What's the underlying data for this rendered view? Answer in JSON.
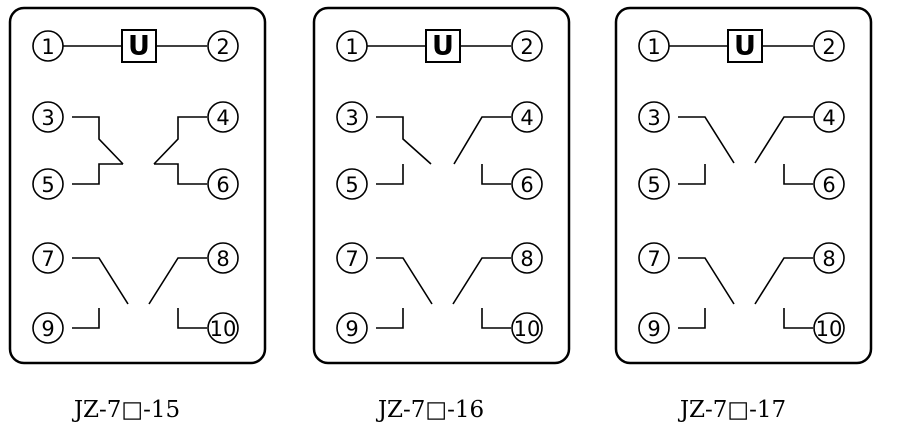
{
  "coil_label": "U",
  "terminals": [
    "1",
    "2",
    "3",
    "4",
    "5",
    "6",
    "7",
    "8",
    "9",
    "10"
  ],
  "panels": [
    {
      "caption": "JZ-7□-15",
      "upper_contact": "changeover",
      "lower_contact": "normally-open"
    },
    {
      "caption": "JZ-7□-16",
      "upper_contact": "break-make",
      "lower_contact": "normally-open"
    },
    {
      "caption": "JZ-7□-17",
      "upper_contact": "normally-open",
      "lower_contact": "normally-open"
    }
  ]
}
